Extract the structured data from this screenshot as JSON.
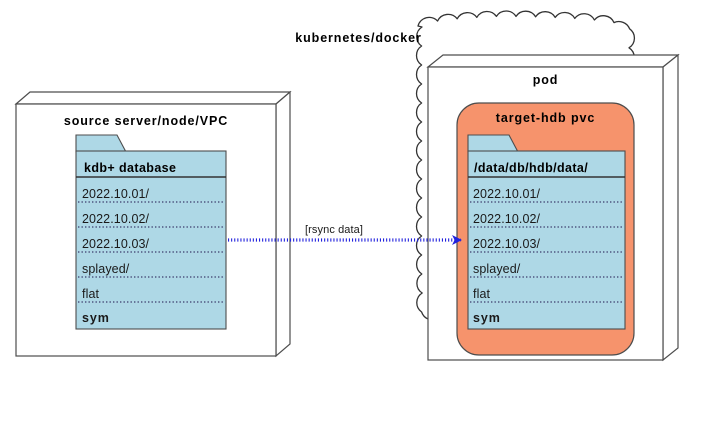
{
  "diagram": {
    "type": "architecture-flow",
    "title_visible": false,
    "colors": {
      "folder_fill": "#aed8e6",
      "pvc_fill": "#f6936c",
      "stroke": "#4d4d4d",
      "cloud_stroke": "#333333",
      "arrow_blue": "#2222dd",
      "box_fill": "#ffffff",
      "text": "#000000"
    },
    "source": {
      "box_label": "source server/node/VPC",
      "folder": {
        "header": "kdb+ database",
        "rows": [
          {
            "label": "2022.10.01/",
            "bold": false
          },
          {
            "label": "2022.10.02/",
            "bold": false
          },
          {
            "label": "2022.10.03/",
            "bold": false
          },
          {
            "label": "splayed/",
            "bold": false
          },
          {
            "label": "flat",
            "bold": false
          },
          {
            "label": "sym",
            "bold": true
          }
        ]
      }
    },
    "target": {
      "cloud_label": "kubernetes/docker",
      "pod_label": "pod",
      "pvc_label": "target-hdb pvc",
      "folder": {
        "header": "/data/db/hdb/data/",
        "rows": [
          {
            "label": "2022.10.01/",
            "bold": false
          },
          {
            "label": "2022.10.02/",
            "bold": false
          },
          {
            "label": "2022.10.03/",
            "bold": false
          },
          {
            "label": "splayed/",
            "bold": false
          },
          {
            "label": "flat",
            "bold": false
          },
          {
            "label": "sym",
            "bold": true
          }
        ]
      }
    },
    "edge": {
      "label": "[rsync data]",
      "direction": "source-to-target",
      "style": "dashed",
      "arrowhead": "solid-triangle"
    }
  }
}
